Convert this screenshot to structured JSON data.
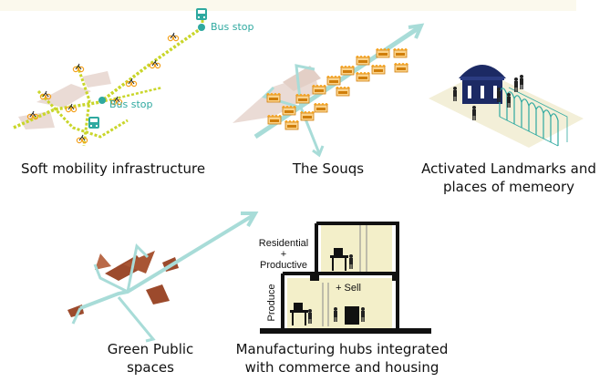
{
  "panels": {
    "mobility": {
      "caption": "Soft mobility infrastructure",
      "bus_stop_1": "Bus stop",
      "bus_stop_2": "Bus stop"
    },
    "souqs": {
      "caption": "The Souqs"
    },
    "landmarks": {
      "caption_line1": "Activated Landmarks and",
      "caption_line2": "places of memeory"
    },
    "green": {
      "caption_line1": "Green Public",
      "caption_line2": "spaces"
    },
    "manufacturing": {
      "caption_line1": "Manufacturing hubs integrated",
      "caption_line2": "with commerce and housing",
      "label_residential": "Residential",
      "label_plus": "+",
      "label_productive": "Productive",
      "label_sell": "+ Sell",
      "label_produce": "Produce"
    }
  },
  "colors": {
    "arrow": "#a8dcd8",
    "bus_teal": "#2fa9a0",
    "path_green": "#c9d62a",
    "stall_orange": "#f4a11c",
    "landmark_navy": "#1c2a64",
    "green_space_brown": "#9c4a2c",
    "building_yellow": "#f3efc9",
    "ground_pink": "#eadbd5"
  },
  "icons": [
    "bicycle-icon",
    "bus-icon",
    "market-stall-icon",
    "dome-building-icon",
    "person-icon"
  ]
}
